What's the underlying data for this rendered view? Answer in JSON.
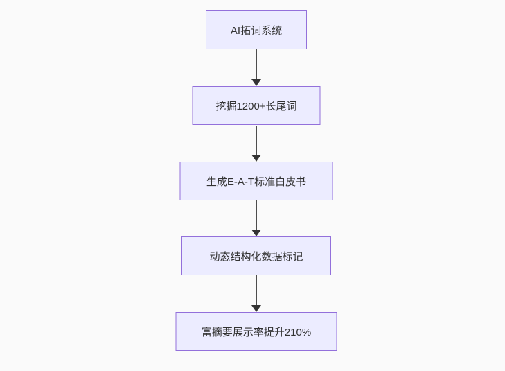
{
  "diagram": {
    "type": "flowchart",
    "direction": "top-down",
    "background_color": "#fafafa",
    "node_fill_color": "#ececff",
    "node_border_color": "#9370db",
    "text_color": "#333333",
    "arrow_color": "#333333",
    "nodes": [
      {
        "label": "AI拓词系统"
      },
      {
        "label": "挖掘1200+长尾词"
      },
      {
        "label": "生成E-A-T标准白皮书"
      },
      {
        "label": "动态结构化数据标记"
      },
      {
        "label": "富摘要展示率提升210%"
      }
    ],
    "edges": [
      {
        "from": 0,
        "to": 1
      },
      {
        "from": 1,
        "to": 2
      },
      {
        "from": 2,
        "to": 3
      },
      {
        "from": 3,
        "to": 4
      }
    ]
  }
}
